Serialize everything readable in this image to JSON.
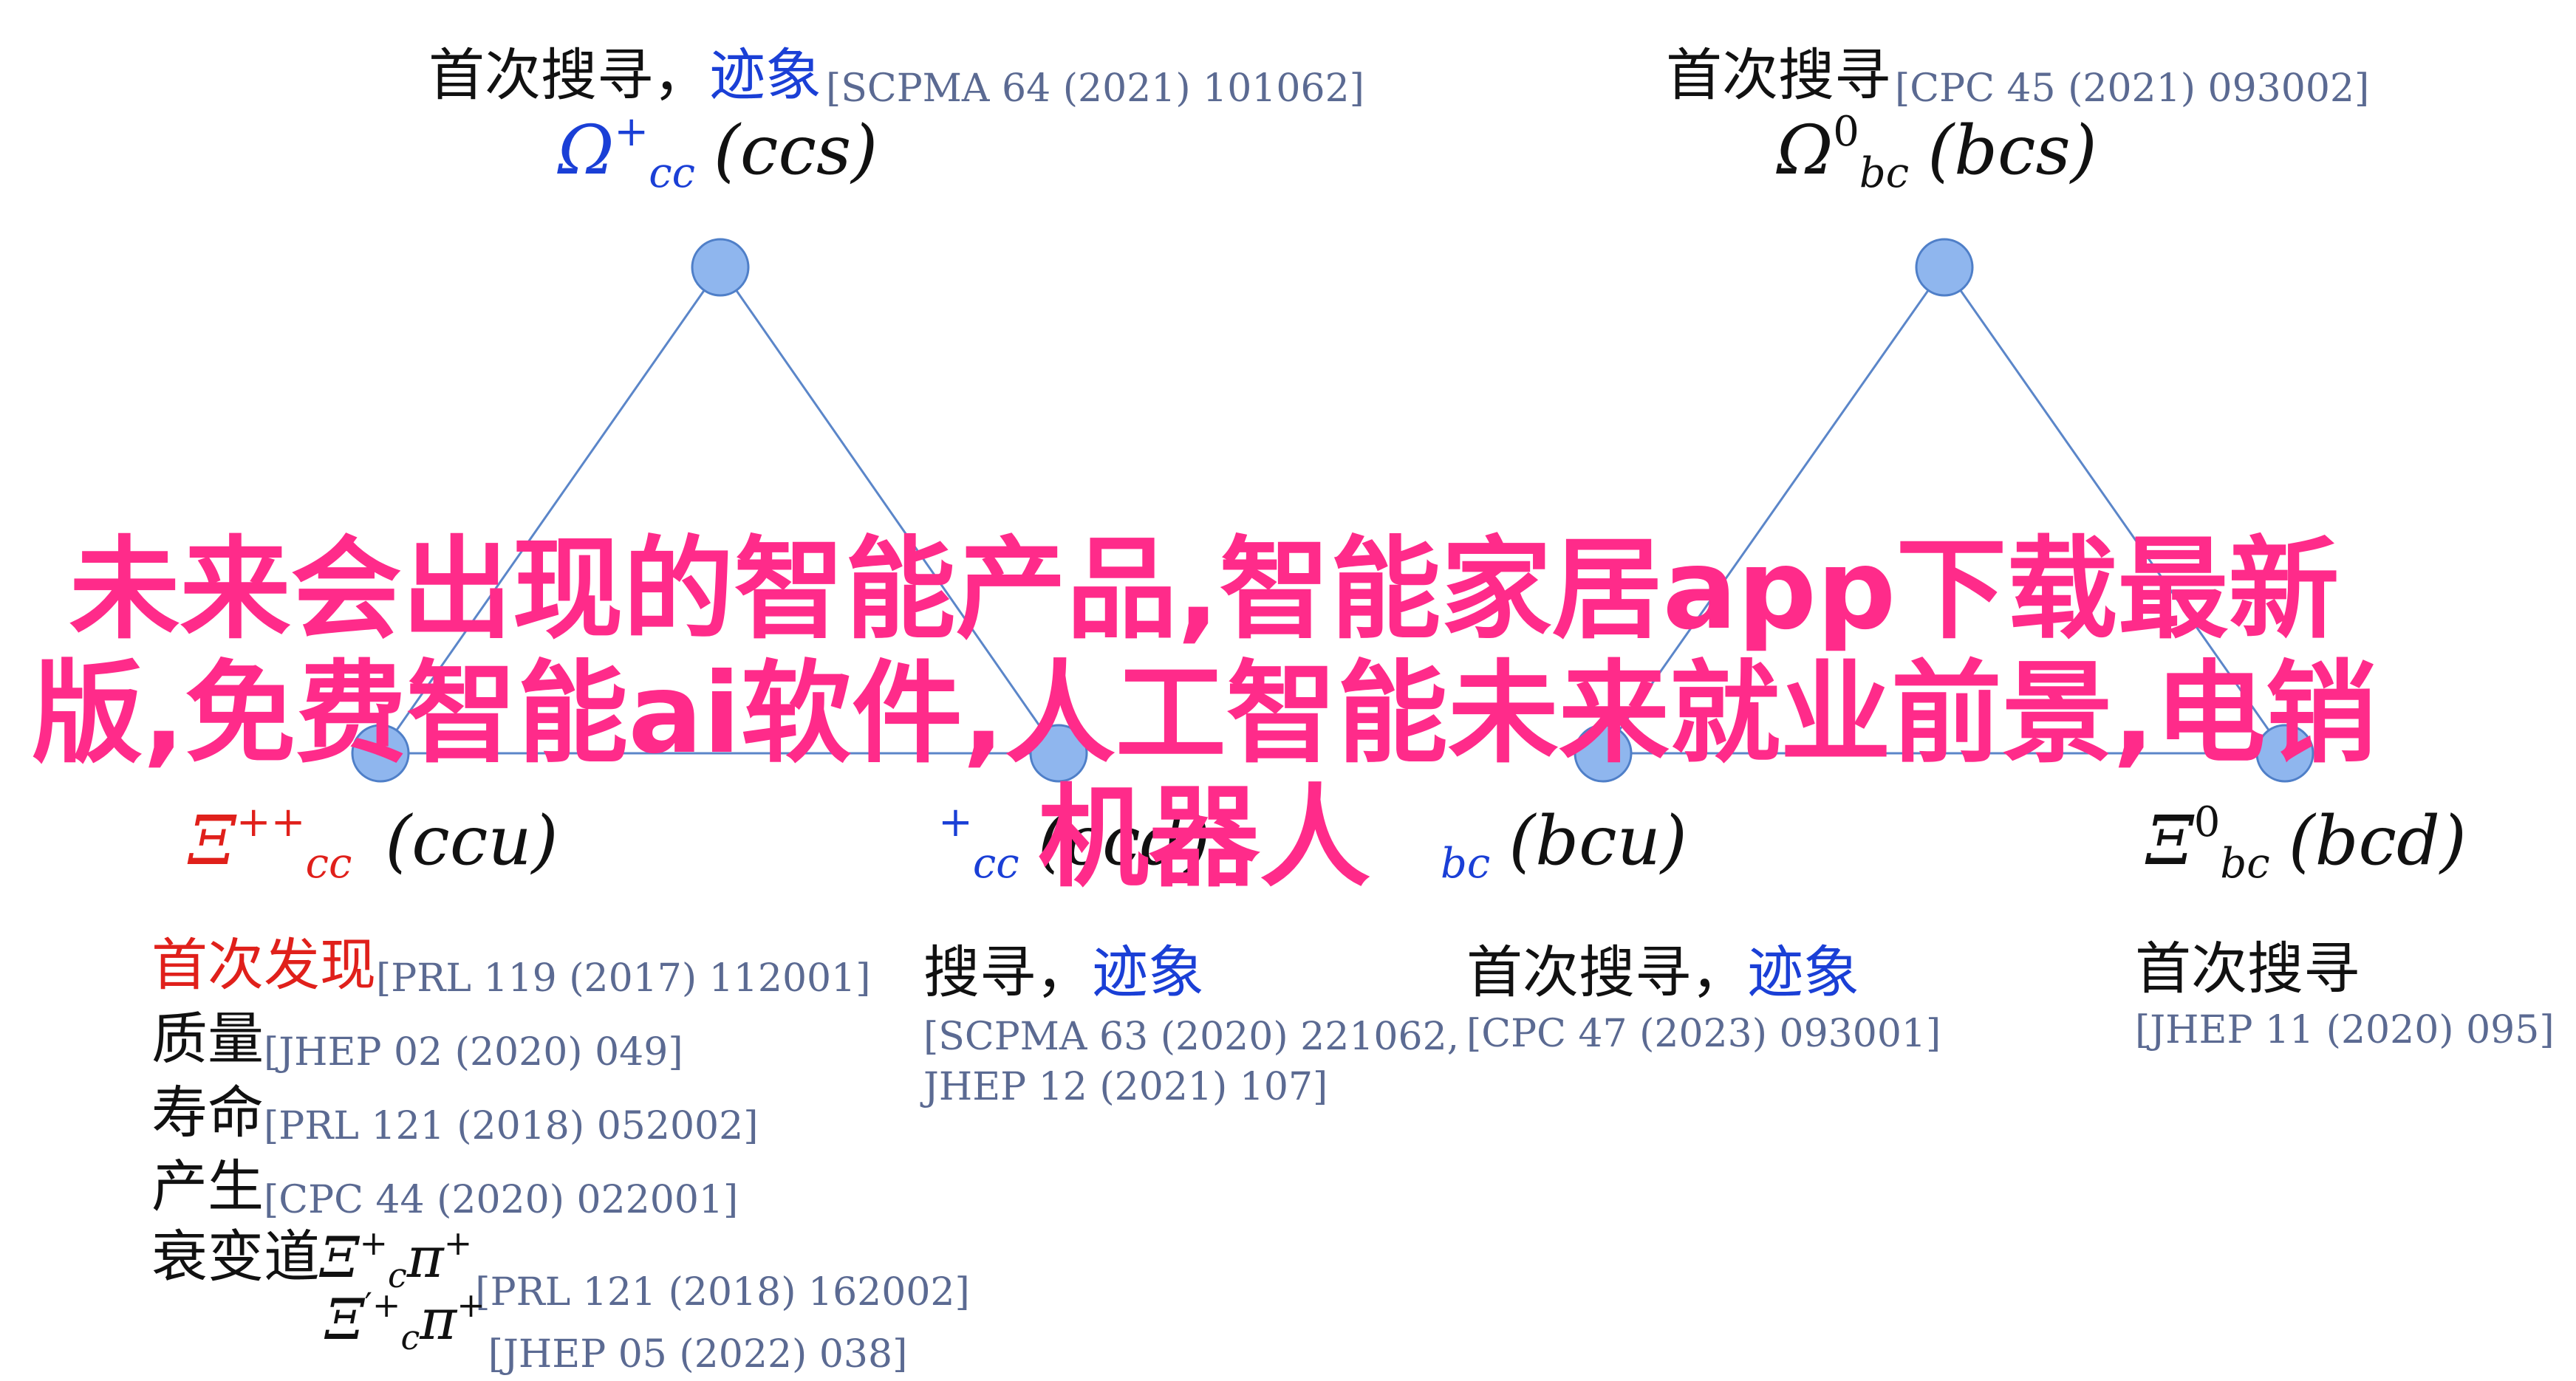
{
  "colors": {
    "node_fill": "#8fb6ee",
    "node_stroke": "#4f7fc8",
    "edge": "#5b86c9",
    "accent_blue": "#1a3fd6",
    "accent_red": "#e0201b",
    "ref": "#5b6a92",
    "overlay": "#ff2b8a"
  },
  "nodes": {
    "omega_cc": {
      "search_label": "首次搜寻，",
      "search_highlight": "迹象",
      "search_ref": "[SCPMA 64 (2021) 101062]",
      "sym_base": "Ω",
      "sym_sub": "cc",
      "sym_sup": "+",
      "quark": "(ccs)"
    },
    "omega_bc": {
      "search_label": "首次搜寻",
      "search_ref": "[CPC 45 (2021) 093002]",
      "sym_base": "Ω",
      "sym_sub": "bc",
      "sym_sup": "0",
      "quark": "(bcs)"
    },
    "xi_cc_pp": {
      "sym_base": "Ξ",
      "sym_sub": "cc",
      "sym_sup": "++",
      "quark": "(ccu)",
      "facts": [
        {
          "label": "首次发现",
          "ref": "[PRL 119 (2017) 112001]"
        },
        {
          "label": "质量",
          "ref": "[JHEP 02 (2020) 049]"
        },
        {
          "label": "寿命",
          "ref": "[PRL 121 (2018) 052002]"
        },
        {
          "label": "产生",
          "ref": "[CPC 44 (2020) 022001]"
        }
      ],
      "decay_label": "衰变道",
      "decay1_base": "Ξ",
      "decay1_sub": "c",
      "decay1_sup": "+",
      "decay1_pi": "π",
      "decay1_pi_sup": "+",
      "decay1_ref": "[PRL 121 (2018) 162002]",
      "decay2_base": "Ξ",
      "decay2_sub": "c",
      "decay2_sup": "′+",
      "decay2_pi": "π",
      "decay2_pi_sup": "+",
      "decay2_ref": "[JHEP 05 (2022) 038]"
    },
    "xi_cc_p": {
      "sym_sup": "+",
      "sym_sub": "cc",
      "quark": "(ccd)",
      "search_label": "搜寻，",
      "search_highlight": "迹象",
      "search_refs": [
        "[SCPMA 63 (2020) 221062,",
        "JHEP 12 (2021) 107]"
      ]
    },
    "xi_bc_p": {
      "sym_sub": "bc",
      "quark": "(bcu)",
      "search_label": "首次搜寻，",
      "search_highlight": "迹象",
      "search_ref": "[CPC 47 (2023) 093001]"
    },
    "xi_bc_0": {
      "sym_base": "Ξ",
      "sym_sub": "bc",
      "sym_sup": "0",
      "quark": "(bcd)",
      "search_label": "首次搜寻",
      "search_ref": "[JHEP 11 (2020) 095]"
    }
  },
  "overlay_text": "未来会出现的智能产品,智能家居app下载最新版,免费智能ai软件,人工智能未来就业前景,电销机器人"
}
